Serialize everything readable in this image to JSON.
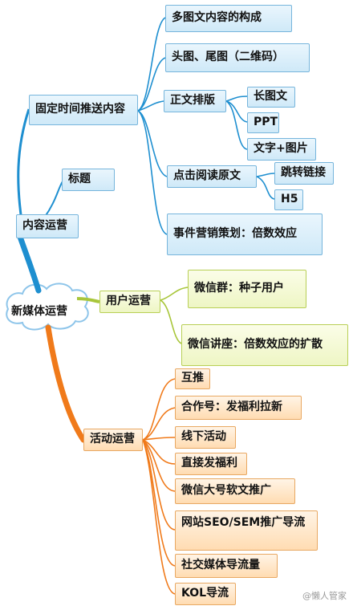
{
  "center": "新媒体运营",
  "branches": {
    "content": {
      "label": "内容运营",
      "title_node": "标题",
      "fixed": {
        "label": "固定时间推送内容",
        "items": [
          "多图文内容的构成",
          "头图、尾图（二维码）"
        ]
      },
      "layout": {
        "label": "正文排版",
        "items": [
          "长图文",
          "PPT",
          "文字+图片"
        ]
      },
      "read_more": {
        "label": "点击阅读原文",
        "items": [
          "跳转链接",
          "H5"
        ]
      },
      "event": "事件营销策划：倍数效应"
    },
    "user": {
      "label": "用户运营",
      "items": [
        "微信群：种子用户",
        "微信讲座：倍数效应的扩散"
      ]
    },
    "activity": {
      "label": "活动运营",
      "items": [
        "互推",
        "合作号：发福利拉新",
        "线下活动",
        "直接发福利",
        "微信大号软文推广",
        "网站SEO/SEM推广导流",
        "社交媒体导流量",
        "KOL导流"
      ]
    }
  },
  "watermark": "@懒人管家",
  "colors": {
    "blue": "#1e8fd0",
    "green": "#a8c63a",
    "orange": "#f07a1a"
  }
}
